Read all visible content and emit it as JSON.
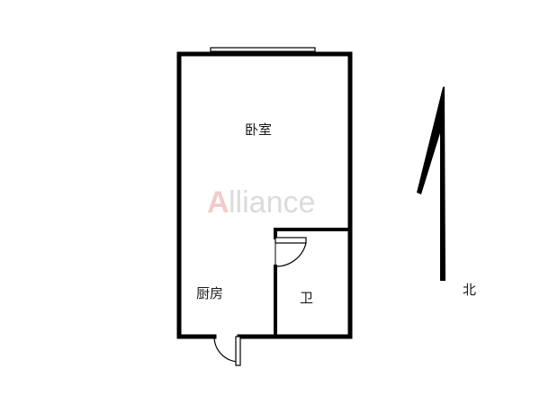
{
  "rooms": {
    "bedroom": "卧室",
    "kitchen": "厨房",
    "bathroom": "卫"
  },
  "compass": {
    "north_label": "北"
  },
  "watermark": {
    "first_letter": "A",
    "rest": "lliance"
  },
  "colors": {
    "wall": "#000000",
    "watermark_accent": "#e8a0a0",
    "watermark_text": "#bdbdbd"
  }
}
